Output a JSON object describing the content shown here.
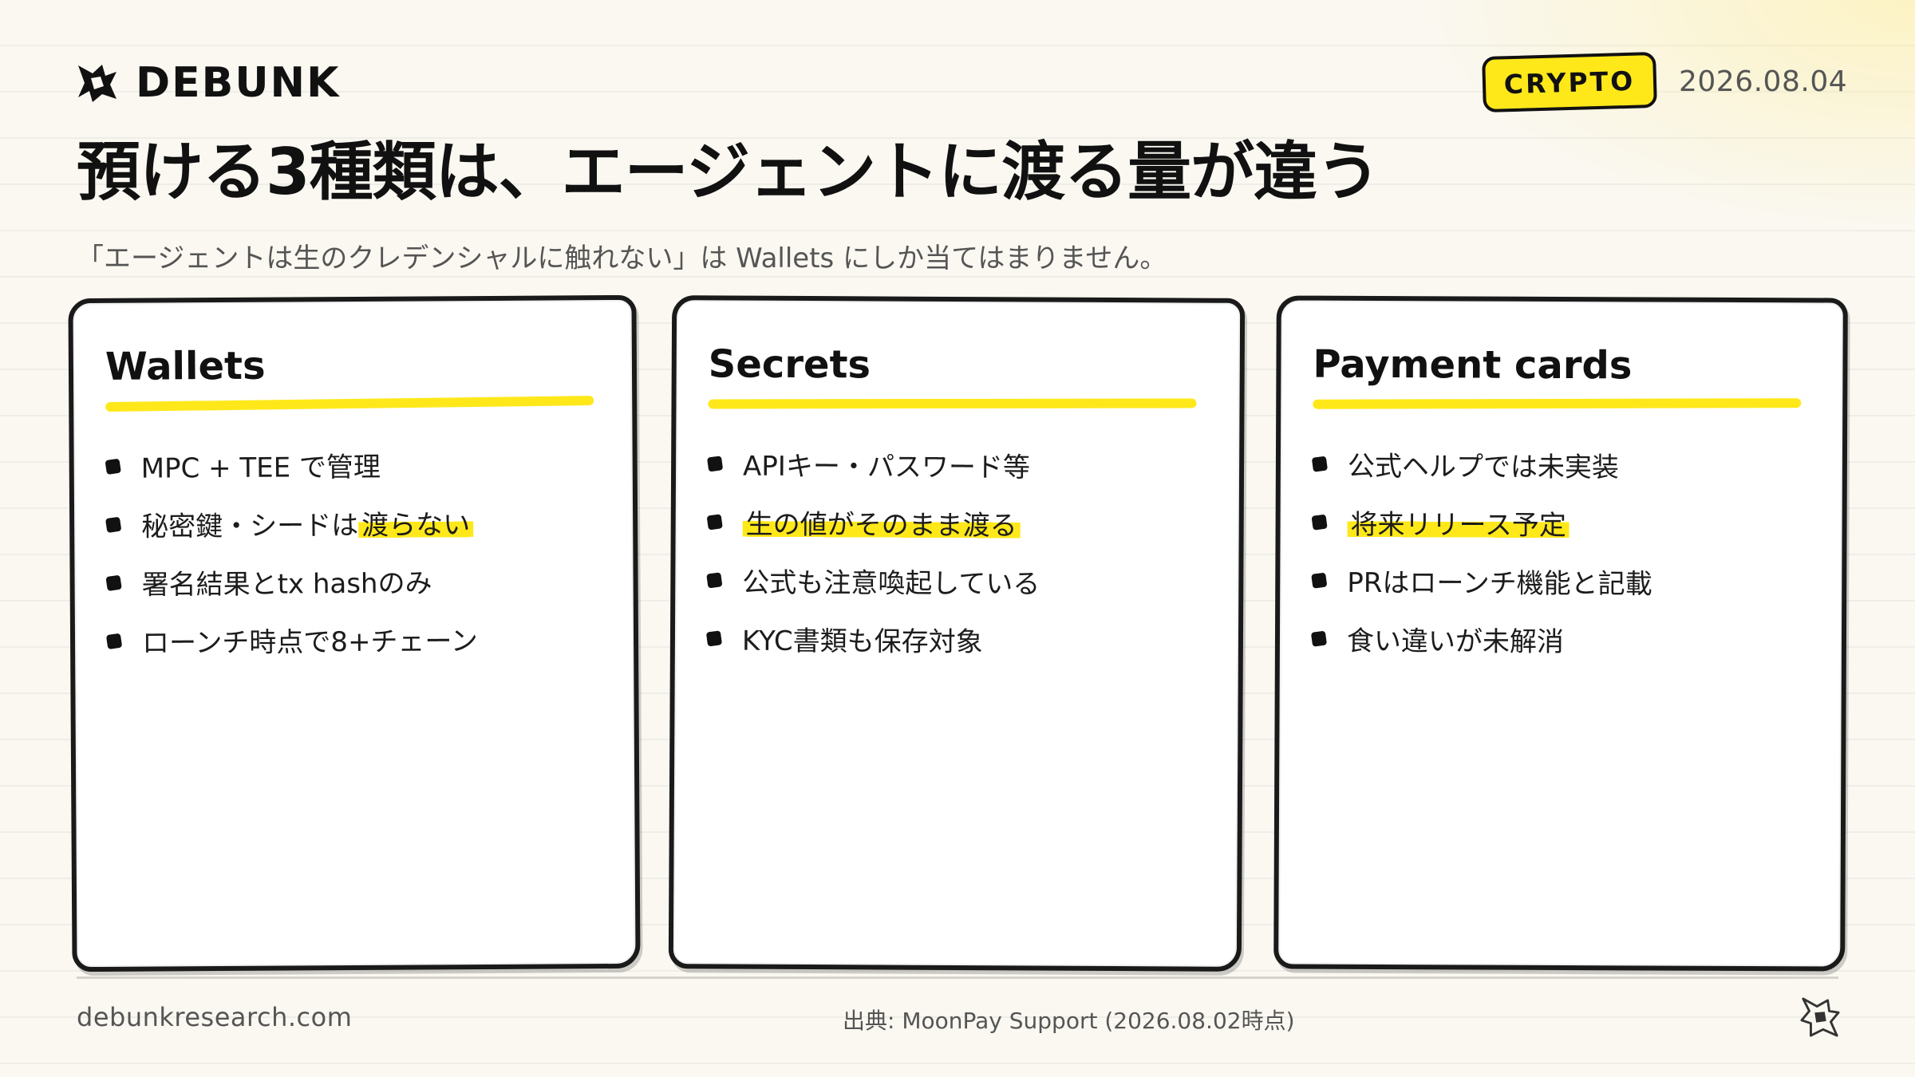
{
  "brand": {
    "name": "DEBUNK",
    "logo_icon": "debunk-star-logo-icon"
  },
  "header": {
    "tag": "CRYPTO",
    "date": "2026.08.04"
  },
  "title": "預ける3種類は、エージェントに渡る量が違う",
  "subtitle": "「エージェントは生のクレデンシャルに触れない」は Wallets にしか当てはまりません。",
  "colors": {
    "accent_yellow": "#ffe81a",
    "ink": "#111111",
    "muted_text": "#555555",
    "paper": "#faf8f1",
    "card": "#ffffff"
  },
  "cards": [
    {
      "title": "Wallets",
      "items": [
        {
          "text": "MPC + TEE で管理",
          "mark": ""
        },
        {
          "text": "秘密鍵・シードは",
          "mark": "渡らない"
        },
        {
          "text": "署名結果とtx hashのみ",
          "mark": ""
        },
        {
          "text": "ローンチ時点で8+チェーン",
          "mark": ""
        }
      ]
    },
    {
      "title": "Secrets",
      "items": [
        {
          "text": "APIキー・パスワード等",
          "mark": ""
        },
        {
          "text": "",
          "mark": "生の値がそのまま渡る"
        },
        {
          "text": "公式も注意喚起している",
          "mark": ""
        },
        {
          "text": "KYC書類も保存対象",
          "mark": ""
        }
      ]
    },
    {
      "title": "Payment cards",
      "items": [
        {
          "text": "公式ヘルプでは未実装",
          "mark": ""
        },
        {
          "text": "",
          "mark": "将来リリース予定"
        },
        {
          "text": "PRはローンチ機能と記載",
          "mark": ""
        },
        {
          "text": "食い違いが未解消",
          "mark": ""
        }
      ]
    }
  ],
  "footer": {
    "site": "debunkresearch.com",
    "source": "出典: MoonPay Support (2026.08.02時点)"
  }
}
